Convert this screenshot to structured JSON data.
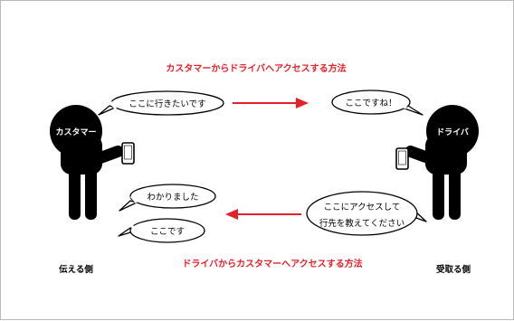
{
  "colors": {
    "accent": "#e8202a",
    "figure": "#000000",
    "bubble_border": "#000000",
    "frame_border": "#b8b8b8"
  },
  "headings": {
    "top": "カスタマーからドライバへアクセスする方法",
    "bottom": "ドライバからカスタマーへアクセスする方法"
  },
  "customer": {
    "head_label": "カスタマー",
    "side_label": "伝える側",
    "icons": [
      "person-silhouette-icon",
      "smartphone-icon"
    ]
  },
  "driver": {
    "head_label": "ドライバ",
    "side_label": "受取る側",
    "icons": [
      "person-silhouette-icon",
      "smartphone-icon"
    ]
  },
  "bubbles": {
    "customer_request": "ここに行きたいです",
    "driver_confirm": "ここですね！",
    "driver_request_line1": "ここにアクセスして",
    "driver_request_line2": "行先を教えてください",
    "customer_ack": "わかりました",
    "customer_reply": "ここです"
  },
  "arrows": [
    "arrow-right-icon",
    "arrow-left-icon"
  ]
}
